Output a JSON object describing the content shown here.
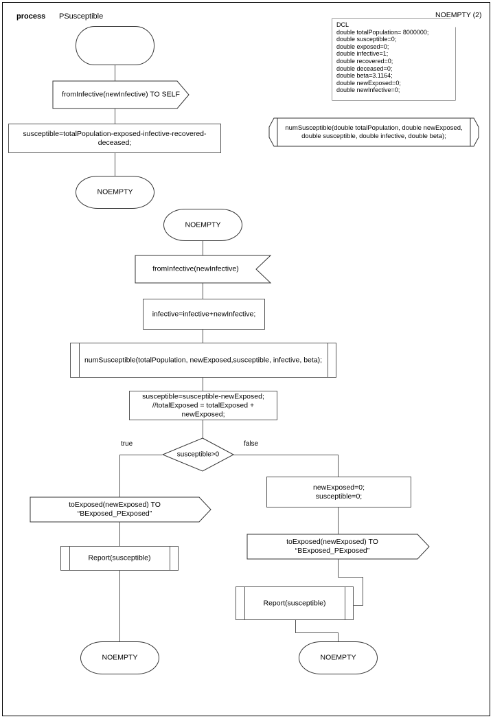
{
  "diagram": {
    "type": "SDL process diagram",
    "header": {
      "keyword": "process",
      "name": "PSusceptible"
    },
    "page_label": "NOEMPTY (2)",
    "declaration_box": {
      "title": "DCL",
      "text": "DCL\ndouble totalPopulation= 8000000;\ndouble susceptible=0;\ndouble exposed=0;\ndouble infective=1;\ndouble recovered=0;\ndouble deceased=0;\ndouble beta=3.1164;\ndouble newExposed=0;\ndouble newInfective=0;",
      "lines": [
        "DCL",
        "double totalPopulation= 8000000;",
        "double susceptible=0;",
        "double exposed=0;",
        "double infective=1;",
        "double recovered=0;",
        "double deceased=0;",
        "double beta=3.1164;",
        "double newExposed=0;",
        "double newInfective=0;"
      ]
    },
    "procedure_decl": {
      "text": "numSusceptible(double totalPopulation, double newExposed,\ndouble susceptible, double infective, double beta);"
    },
    "nodes": {
      "start": {
        "label": ""
      },
      "input_self": {
        "label": "fromInfective(newInfective) TO SELF"
      },
      "task_susceptible": {
        "label": "susceptible=totalPopulation-exposed-infective-recovered-deceased;"
      },
      "state_1": {
        "label": "NOEMPTY"
      },
      "state_2": {
        "label": "NOEMPTY"
      },
      "input_infective": {
        "label": "fromInfective(newInfective)"
      },
      "task_infective": {
        "label": "infective=infective+newInfective;"
      },
      "call_numsusceptible": {
        "label": "numSusceptible(totalPopulation, newExposed,susceptible, infective, beta);"
      },
      "task_minus": {
        "label": "susceptible=susceptible-newExposed;\n//totalExposed = totalExposed + newExposed;"
      },
      "decision": {
        "label": "susceptible>0"
      },
      "branch_true": {
        "label": "true"
      },
      "branch_false": {
        "label": "false"
      },
      "output_true": {
        "label": "toExposed(newExposed) TO “BExposed_PExposed”"
      },
      "call_report_true": {
        "label": "Report(susceptible)"
      },
      "state_end_true": {
        "label": "NOEMPTY"
      },
      "task_zero": {
        "label": "newExposed=0;\nsusceptible=0;"
      },
      "output_false": {
        "label": "toExposed(newExposed) TO “BExposed_PExposed”"
      },
      "call_report_false": {
        "label": "Report(susceptible)"
      },
      "state_end_false": {
        "label": "NOEMPTY"
      }
    },
    "colors": {
      "stroke": "#555555",
      "stroke_dark": "#333333",
      "text": "#000000",
      "background": "#ffffff"
    }
  }
}
